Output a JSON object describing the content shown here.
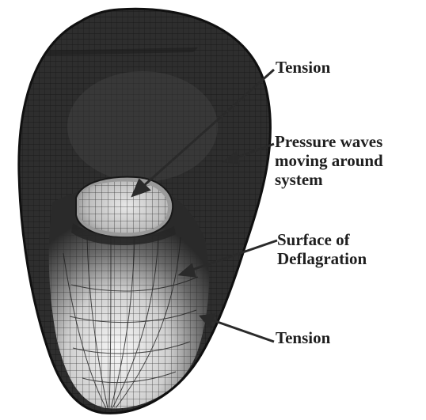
{
  "annotations": {
    "tension_top": "Tension",
    "pressure_waves": [
      "Pressure waves",
      "moving around",
      "system"
    ],
    "surface_of_deflagration": [
      "Surface of",
      "Deflagration"
    ],
    "tension_bottom": "Tension"
  },
  "colors": {
    "shell": "#2e2e2e",
    "mesh_light": "#f2f2f2",
    "mesh_line": "#1c1c1c",
    "text": "#1f1f1f",
    "arrow": "#2a2a2a"
  }
}
